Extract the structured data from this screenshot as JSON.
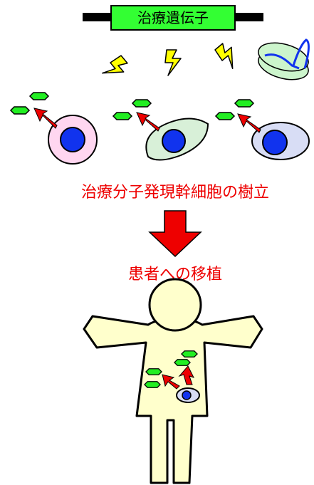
{
  "gene_label": "治療遺伝子",
  "step1_caption": "治療分子発現幹細胞の樹立",
  "step2_caption": "患者への移植",
  "colors": {
    "gene_box": "#33ff33",
    "bar": "#000000",
    "bolt": "#ffff00",
    "molecule": "#22ee22",
    "arrow": "#ee0000",
    "nucleus": "#1133ee",
    "cell_pink": "#ffd6f0",
    "cell_green": "#d8f0d8",
    "cell_blue": "#d8ddf5",
    "body_fill": "#ffffcc",
    "caption_text": "#ee0000"
  },
  "icons": [
    "lightning-bolt-icon",
    "plasmid-icon",
    "hexagon-molecule-icon",
    "down-arrow-icon"
  ]
}
